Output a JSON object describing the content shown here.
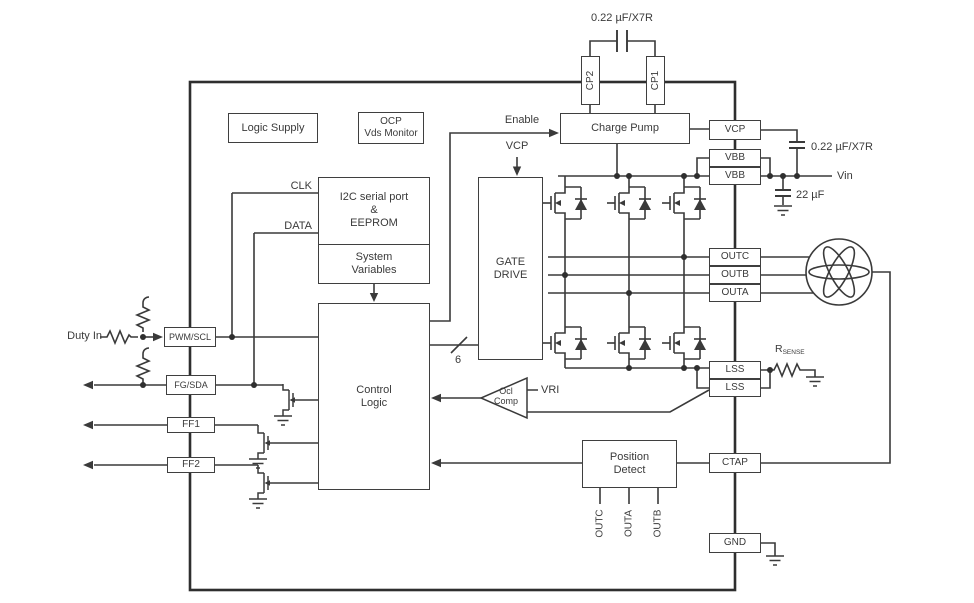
{
  "diagram": {
    "pins": {
      "cp2": "CP2",
      "cp1": "CP1",
      "vcp": "VCP",
      "vbb1": "VBB",
      "vbb2": "VBB",
      "outc": "OUTC",
      "outb": "OUTB",
      "outa": "OUTA",
      "lss1": "LSS",
      "lss2": "LSS",
      "ctap": "CTAP",
      "gnd": "GND",
      "pwm_scl": "PWM/SCL",
      "fg_sda": "FG/SDA",
      "ff1": "FF1",
      "ff2": "FF2"
    },
    "blocks": {
      "logic_supply": "Logic Supply",
      "ocp_line1": "OCP",
      "ocp_line2": "Vds Monitor",
      "charge_pump": "Charge Pump",
      "i2c_line1": "I2C serial port",
      "i2c_line2": "&",
      "i2c_line3": "EEPROM",
      "sysvar_line1": "System",
      "sysvar_line2": "Variables",
      "gate_drive_line1": "GATE",
      "gate_drive_line2": "DRIVE",
      "control_line1": "Control",
      "control_line2": "Logic",
      "ocl_line1": "Ocl",
      "ocl_line2": "Comp",
      "position_line1": "Position",
      "position_line2": "Detect"
    },
    "labels": {
      "cp_cap": "0.22 µF/X7R",
      "vcp_cap": "0.22 µF/X7R",
      "bulk_cap": "22 µF",
      "vin": "Vin",
      "enable": "Enable",
      "vcp_supply": "VCP",
      "clk": "CLK",
      "data": "DATA",
      "duty_in": "Duty In",
      "bus_width": "6",
      "vri": "VRI",
      "rsense_prefix": "R",
      "rsense_sub": "SENSE",
      "tap_outc": "OUTC",
      "tap_outa": "OUTA",
      "tap_outb": "OUTB"
    }
  }
}
